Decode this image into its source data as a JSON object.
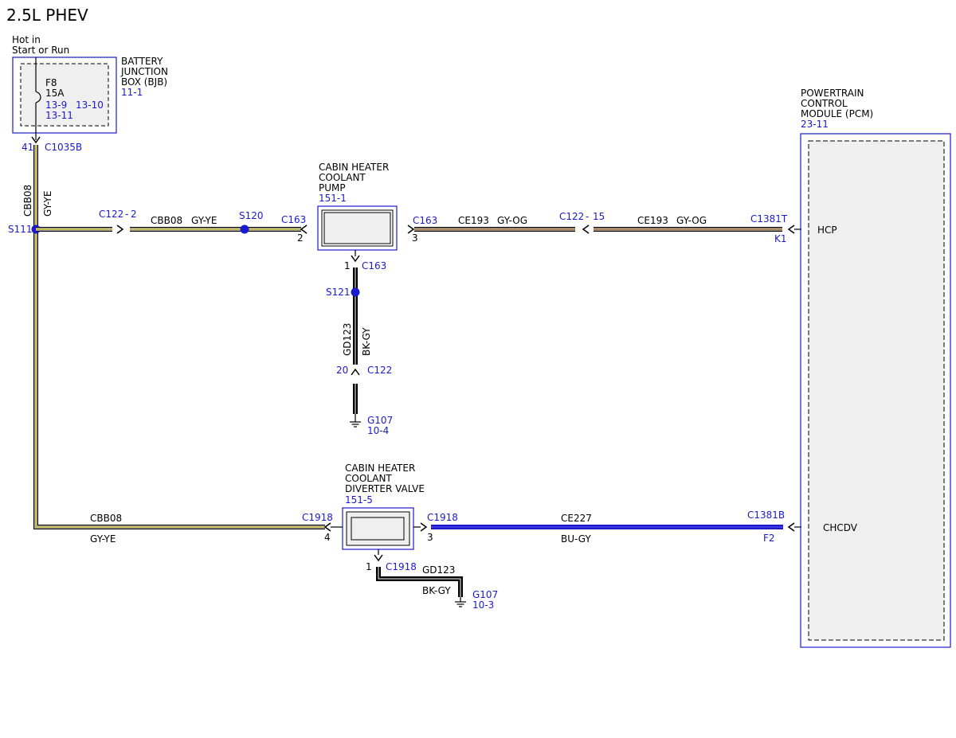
{
  "title": "2.5L PHEV",
  "colors": {
    "gy_ye_core": "#a0a0a0",
    "gy_ye_stripe": "#d4c23a",
    "gy_og_core": "#8a8a8a",
    "gy_og_stripe": "#c08a4a",
    "bk_gy": "#000000",
    "bu_gy": "#1a1acc",
    "ref_blue": "#1a1acc",
    "box_fill": "#efefef"
  },
  "bjb": {
    "supply": [
      "Hot in",
      "Start or Run"
    ],
    "name": [
      "BATTERY",
      "JUNCTION",
      "BOX (BJB)"
    ],
    "ref": "11-1",
    "fuse_id": "F8",
    "fuse_rating": "15A",
    "refs": [
      "13-9",
      "13-10",
      "13-11"
    ],
    "pin": "41",
    "connector": "C1035B"
  },
  "pcm": {
    "name": [
      "POWERTRAIN",
      "CONTROL",
      "MODULE (PCM)"
    ],
    "ref": "23-11",
    "hcp": {
      "signal": "HCP",
      "connector": "C1381T",
      "pin": "K1"
    },
    "chcdv": {
      "signal": "CHCDV",
      "connector": "C1381B",
      "pin": "F2"
    }
  },
  "pump": {
    "name": [
      "CABIN HEATER",
      "COOLANT",
      "PUMP"
    ],
    "ref": "151-1",
    "left": {
      "connector": "C163",
      "pin": "2"
    },
    "right": {
      "connector": "C163",
      "pin": "3"
    },
    "bottom": {
      "connector": "C163",
      "pin": "1"
    }
  },
  "valve": {
    "name": [
      "CABIN HEATER",
      "COOLANT",
      "DIVERTER VALVE"
    ],
    "ref": "151-5",
    "left": {
      "connector": "C1918",
      "pin": "4"
    },
    "right": {
      "connector": "C1918",
      "pin": "3"
    },
    "bottom": {
      "connector": "C1918",
      "pin": "1"
    }
  },
  "splices": {
    "s111": "S111",
    "s120": "S120",
    "s121": "S121"
  },
  "inline": {
    "c122_top": {
      "connector": "C122",
      "dash": "-",
      "pin": "2"
    },
    "c122_right": {
      "connector": "C122",
      "dash": "-",
      "pin": "15"
    },
    "c122_ground": {
      "connector": "C122",
      "pin": "20"
    }
  },
  "wires": {
    "vert_circuit": "CBB08",
    "vert_color": "GY-YE",
    "top_circuit": "CBB08",
    "top_color": "GY-YE",
    "ce193_circuit_a": "CE193",
    "ce193_color_a": "GY-OG",
    "ce193_circuit_b": "CE193",
    "ce193_color_b": "GY-OG",
    "gd_circuit": "GD123",
    "gd_color": "BK-GY",
    "bottom_circuit": "CBB08",
    "bottom_color": "GY-YE",
    "ce227_circuit": "CE227",
    "ce227_color": "BU-GY",
    "gd2_circuit": "GD123",
    "gd2_color": "BK-GY"
  },
  "grounds": {
    "g1": {
      "id": "G107",
      "ref": "10-4"
    },
    "g2": {
      "id": "G107",
      "ref": "10-3"
    }
  }
}
